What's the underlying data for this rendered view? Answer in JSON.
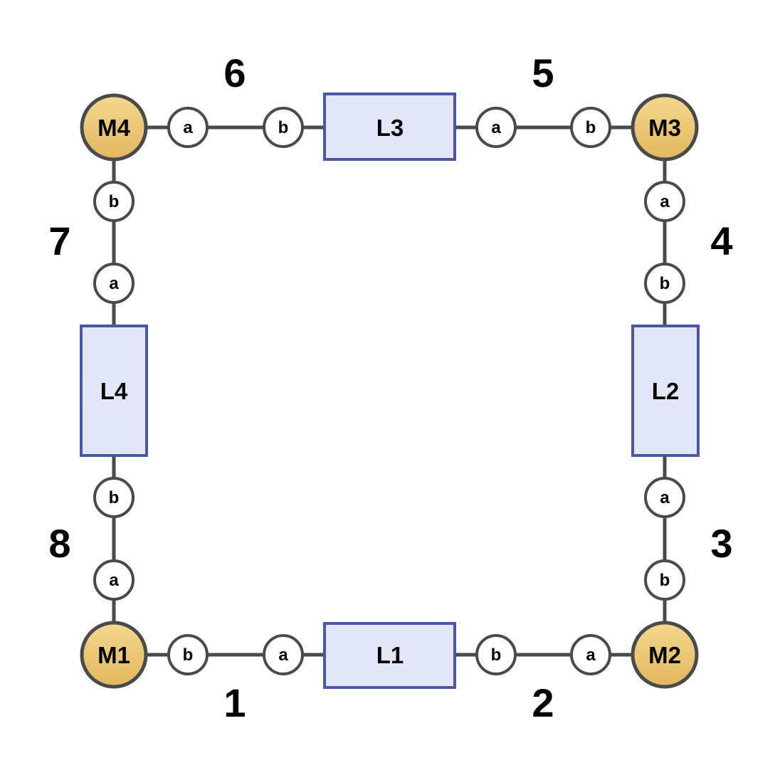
{
  "diagram": {
    "colors": {
      "motor_fill_top": "#f4d88e",
      "motor_fill_bottom": "#e2b75f",
      "motor_stroke": "#4a4a4a",
      "link_fill": "#e3e6f6",
      "link_stroke": "#4a56a8",
      "edge": "#4a4a4a",
      "port_fill": "#ffffff"
    },
    "motors": {
      "m1": "M1",
      "m2": "M2",
      "m3": "M3",
      "m4": "M4"
    },
    "links": {
      "l1": "L1",
      "l2": "L2",
      "l3": "L3",
      "l4": "L4"
    },
    "segments": {
      "s1": {
        "number": "1",
        "motor_port": "b",
        "link_port": "a"
      },
      "s2": {
        "number": "2",
        "link_port": "b",
        "motor_port": "a"
      },
      "s3": {
        "number": "3",
        "motor_port": "b",
        "link_port": "a"
      },
      "s4": {
        "number": "4",
        "link_port": "b",
        "motor_port": "a"
      },
      "s5": {
        "number": "5",
        "link_port": "a",
        "motor_port": "b"
      },
      "s6": {
        "number": "6",
        "motor_port": "a",
        "link_port": "b"
      },
      "s7": {
        "number": "7",
        "motor_port": "b",
        "link_port": "a"
      },
      "s8": {
        "number": "8",
        "link_port": "b",
        "motor_port": "a"
      }
    }
  }
}
